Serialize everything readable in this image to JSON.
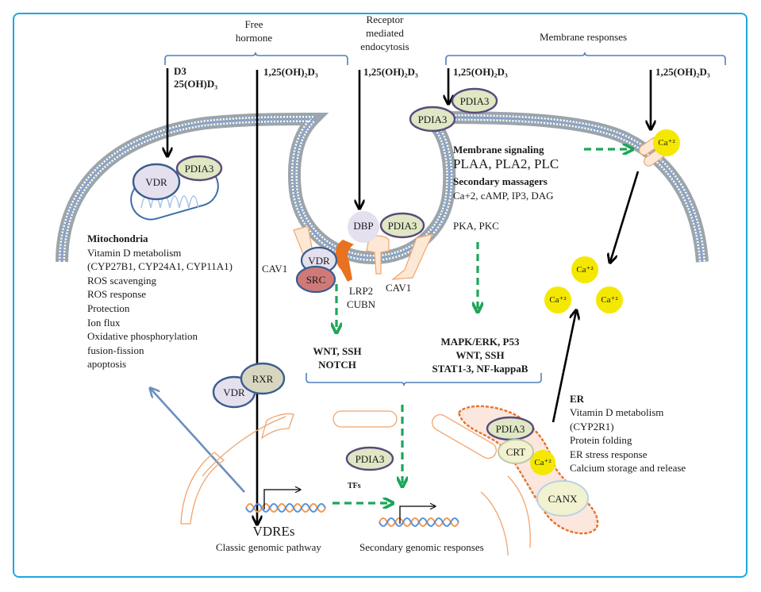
{
  "colors": {
    "frame": "#1ea7e1",
    "bracket": "#4f81bd",
    "membrane": "#9aa5ad",
    "green_arrow": "#1ea55a",
    "calcium": "#f5e800",
    "pdia3_fill": "#dfe7c4",
    "pdia3_stroke": "#5a4a7a",
    "vdr_fill": "#e4e0ee",
    "src_fill": "#d07a78",
    "rxr_fill": "#d9d6c0",
    "er_stroke": "#e8722a",
    "er_fill": "#fbe7de",
    "dna_orange": "#f29a4a",
    "dna_blue": "#5b8fe0"
  },
  "headers": {
    "free_hormone": "Free\nhormone",
    "receptor_mediated": "Receptor\nmediated\nendocytosis",
    "membrane_responses": "Membrane responses"
  },
  "ligands": {
    "d3": "D3",
    "oh_d3": "25(OH)D₃",
    "calcitriol_free": "1,25(OH)₂D₃",
    "calcitriol_endocytosis": "1,25(OH)₂D₃",
    "calcitriol_membrane_1": "1,25(OH)₂D₃",
    "calcitriol_membrane_2": "1,25(OH)₂D₃"
  },
  "proteins": {
    "vdr": "VDR",
    "pdia3": "PDIA3",
    "src": "SRC",
    "dbp": "DBP",
    "cav1": "CAV1",
    "lrp2_cubn": "LRP2\nCUBN",
    "rxr": "RXR",
    "crt": "CRT",
    "canx": "CANX",
    "calcium": "Ca⁺²"
  },
  "mitochondria": {
    "title": "Mitochondria",
    "items": [
      "Vitamin D metabolism",
      "(CYP27B1, CYP24A1, CYP11A1)",
      "ROS scavenging",
      "ROS response",
      "Protection",
      "Ion flux",
      "Oxidative phosphorylation",
      "fusion-fission",
      "apoptosis"
    ]
  },
  "membrane_signaling": {
    "title": "Membrane signaling",
    "enzymes": "PLAA, PLA2, PLC",
    "secondary_title": "Secondary massagers",
    "secondary_items": "Ca+2, cAMP, IP3, DAG",
    "kinases": "PKA, PKC"
  },
  "pathways": {
    "left": "WNT, SSH\nNOTCH",
    "right": "MAPK/ERK, P53\nWNT, SSH\nSTAT1-3, NF-kappaB"
  },
  "er": {
    "title": "ER",
    "items": [
      "Vitamin D metabolism",
      "(CYP2R1)",
      "Protein folding",
      "ER stress response",
      "Calcium storage and release"
    ]
  },
  "nucleus": {
    "tfs": "TFs",
    "vdres": "VDREs",
    "classic": "Classic genomic pathway",
    "secondary": "Secondary genomic responses"
  }
}
